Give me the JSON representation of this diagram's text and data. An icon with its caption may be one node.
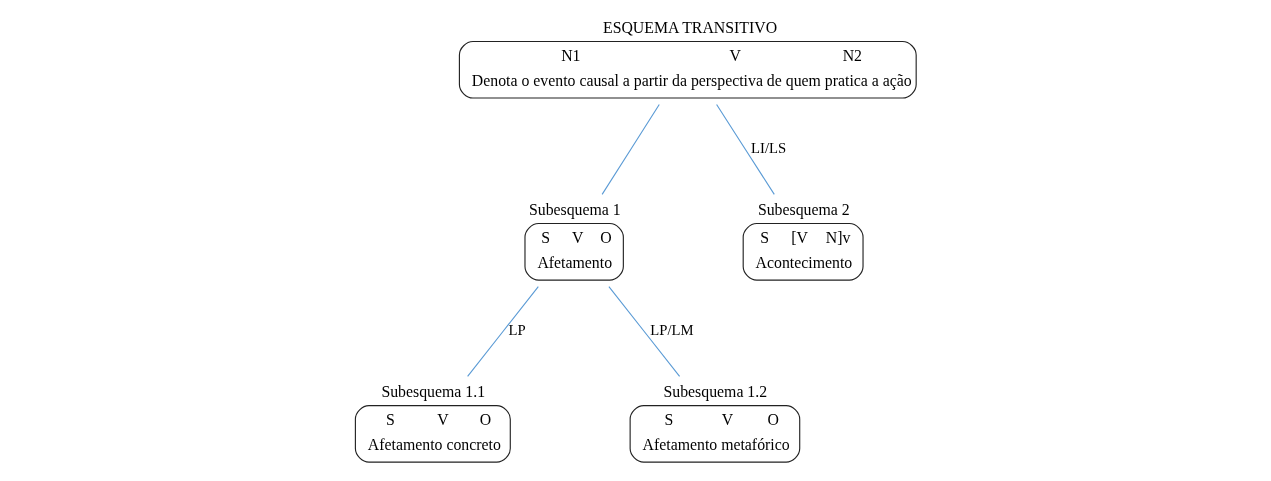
{
  "diagram": {
    "nodes": [
      {
        "text": [
          "ESQUEMA TRANSITIVO",
          "N1",
          "V",
          "N2",
          "Denota o evento causal a partir da perspectiva de quem pratica a ação"
        ]
      },
      {
        "text": [
          "Subesquema 1",
          "S",
          "V",
          "O",
          "Afetamento"
        ]
      },
      {
        "text": [
          "Subesquema 2",
          "S",
          "[V",
          "N]v",
          "Acontecimento"
        ]
      },
      {
        "text": [
          "Subesquema 1.1",
          "S",
          "V",
          "O",
          "Afetamento concreto"
        ]
      },
      {
        "text": [
          "Subesquema 1.2",
          "S",
          "V",
          "O",
          "Afetamento metafórico"
        ]
      }
    ],
    "edges": [
      {
        "from": 0,
        "to": 1,
        "arrow": "none"
      },
      {
        "from": 0,
        "to": 2,
        "arrow": "none",
        "label": "LI/LS"
      },
      {
        "from": 1,
        "to": 3,
        "arrow": "none",
        "label": "LP"
      },
      {
        "from": 1,
        "to": 4,
        "arrow": "none",
        "label": "LP/LM"
      }
    ]
  }
}
